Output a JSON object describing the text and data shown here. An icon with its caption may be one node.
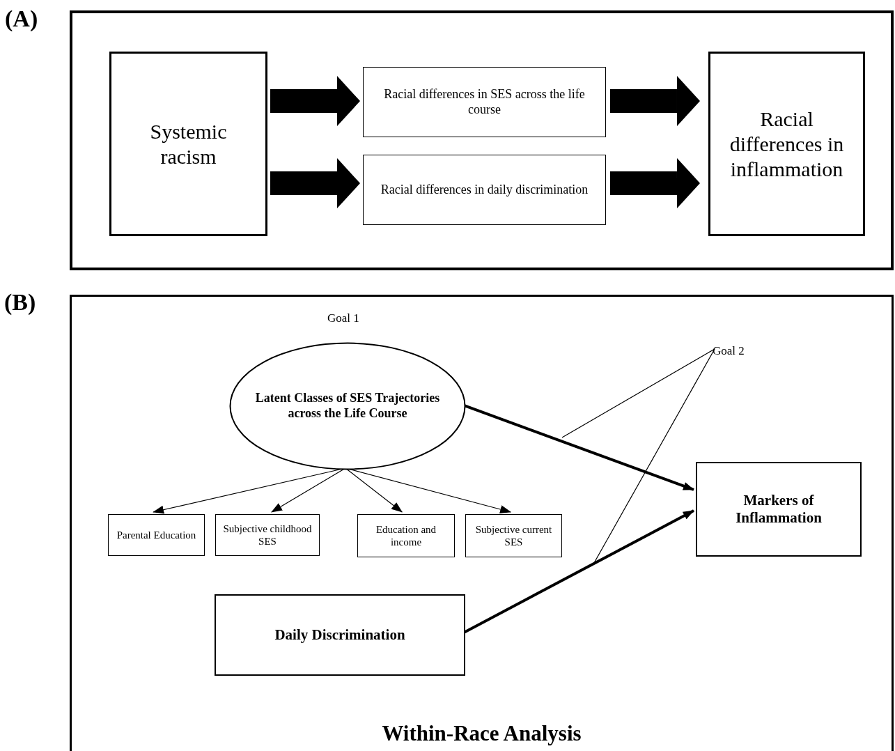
{
  "diagram": {
    "nodes": [
      {
        "text": [
          "(A)"
        ]
      },
      {
        "text": [
          "Systemic racism"
        ],
        "in": 0
      },
      {
        "text": [
          "Racial differences in SES across the life course"
        ],
        "in": 0
      },
      {
        "text": [
          "Racial differences in daily discrimination"
        ],
        "in": 0
      },
      {
        "text": [
          "Racial differences in inflammation"
        ],
        "in": 0
      },
      {
        "text": [
          "(B)",
          "Within-Race Analysis"
        ]
      },
      {
        "text": [
          "Latent Classes of SES Trajectories across the Life Course"
        ],
        "in": 5
      },
      {
        "text": [
          "Parental Education"
        ],
        "in": 5
      },
      {
        "text": [
          "Subjective childhood SES"
        ],
        "in": 5
      },
      {
        "text": [
          "Education and income"
        ],
        "in": 5
      },
      {
        "text": [
          "Subjective current SES"
        ],
        "in": 5
      },
      {
        "text": [
          "Markers of Inflammation"
        ],
        "in": 5
      },
      {
        "text": [
          "Daily Discrimination"
        ],
        "in": 5
      },
      {
        "text": [
          "Goal 2"
        ],
        "in": 5
      }
    ],
    "edges": [
      {
        "from": 1,
        "to": 2,
        "arrow": "to",
        "style": "thick"
      },
      {
        "from": 1,
        "to": 3,
        "arrow": "to",
        "style": "thick"
      },
      {
        "from": 2,
        "to": 4,
        "arrow": "to",
        "style": "thick"
      },
      {
        "from": 3,
        "to": 4,
        "arrow": "to",
        "style": "thick"
      },
      {
        "from": 6,
        "to": 7,
        "arrow": "to"
      },
      {
        "from": 6,
        "to": 8,
        "arrow": "to"
      },
      {
        "from": 6,
        "to": 9,
        "arrow": "to"
      },
      {
        "from": 6,
        "to": 10,
        "arrow": "to"
      },
      {
        "from": 6,
        "to": 11,
        "arrow": "to",
        "style": "thick"
      },
      {
        "from": 12,
        "to": 11,
        "arrow": "to",
        "style": "thick"
      },
      {
        "from": 13,
        "to": null,
        "arrow": "none"
      },
      {
        "from": 13,
        "to": null,
        "arrow": "none"
      }
    ],
    "labels": [
      "Goal 1"
    ]
  }
}
